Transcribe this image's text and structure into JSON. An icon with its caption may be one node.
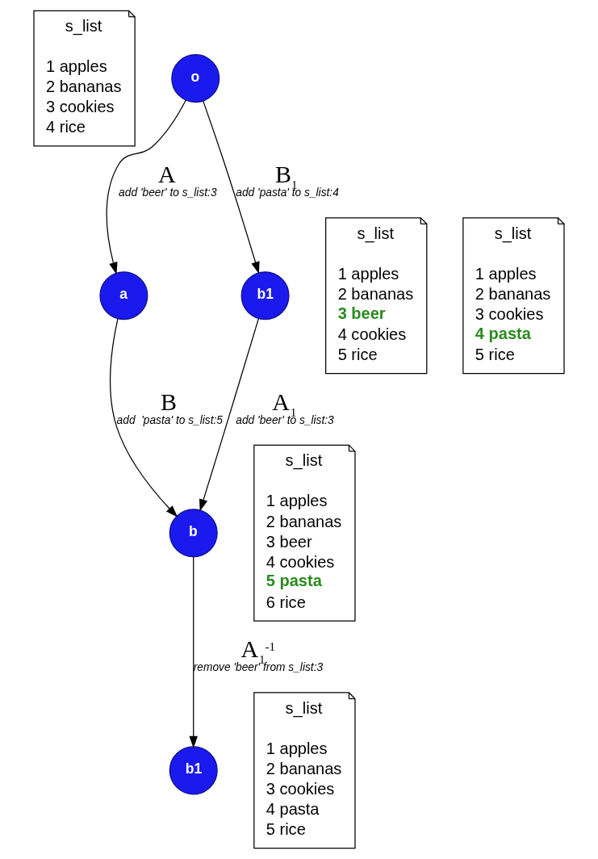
{
  "diagram": {
    "nodes": [
      {
        "text": [
          "s_list",
          "1 apples",
          "2 bananas",
          "3 cookies",
          "4 rice"
        ]
      },
      {
        "text": [
          "o"
        ]
      },
      {
        "text": [
          "s_list",
          "1 apples",
          "2 bananas",
          "**3 beer**",
          "4 cookies",
          "5 rice"
        ]
      },
      {
        "text": [
          "a"
        ]
      },
      {
        "text": [
          "b1"
        ]
      },
      {
        "text": [
          "s_list",
          "1 apples",
          "2 bananas",
          "3 cookies",
          "**4 pasta**",
          "5 rice"
        ]
      },
      {
        "text": [
          "s_list",
          "1 apples",
          "2 bananas",
          "3 beer",
          "4 cookies",
          "**5 pasta**",
          "6 rice"
        ]
      },
      {
        "text": [
          "b"
        ]
      },
      {
        "text": [
          "b1"
        ]
      },
      {
        "text": [
          "s_list",
          "1 apples",
          "2 bananas",
          "3 cookies",
          "4 pasta",
          "5 rice"
        ]
      }
    ],
    "edges": [
      {
        "from": 1,
        "to": 3,
        "arrow": "to",
        "label": "A add 'beer' to s_list:3"
      },
      {
        "from": 1,
        "to": 4,
        "arrow": "to",
        "label": "B$_{1}$ add 'pasta' to s_list:4"
      },
      {
        "from": 3,
        "to": 7,
        "arrow": "to",
        "label": "B add  'pasta' to s_list:5"
      },
      {
        "from": 4,
        "to": 7,
        "arrow": "to",
        "label": "A$_{1}$ add 'beer' to s_list:3"
      },
      {
        "from": 7,
        "to": 8,
        "arrow": "to",
        "label": "A$_{1}$$^{-1}$ remove 'beer' from s_list:3"
      }
    ]
  }
}
